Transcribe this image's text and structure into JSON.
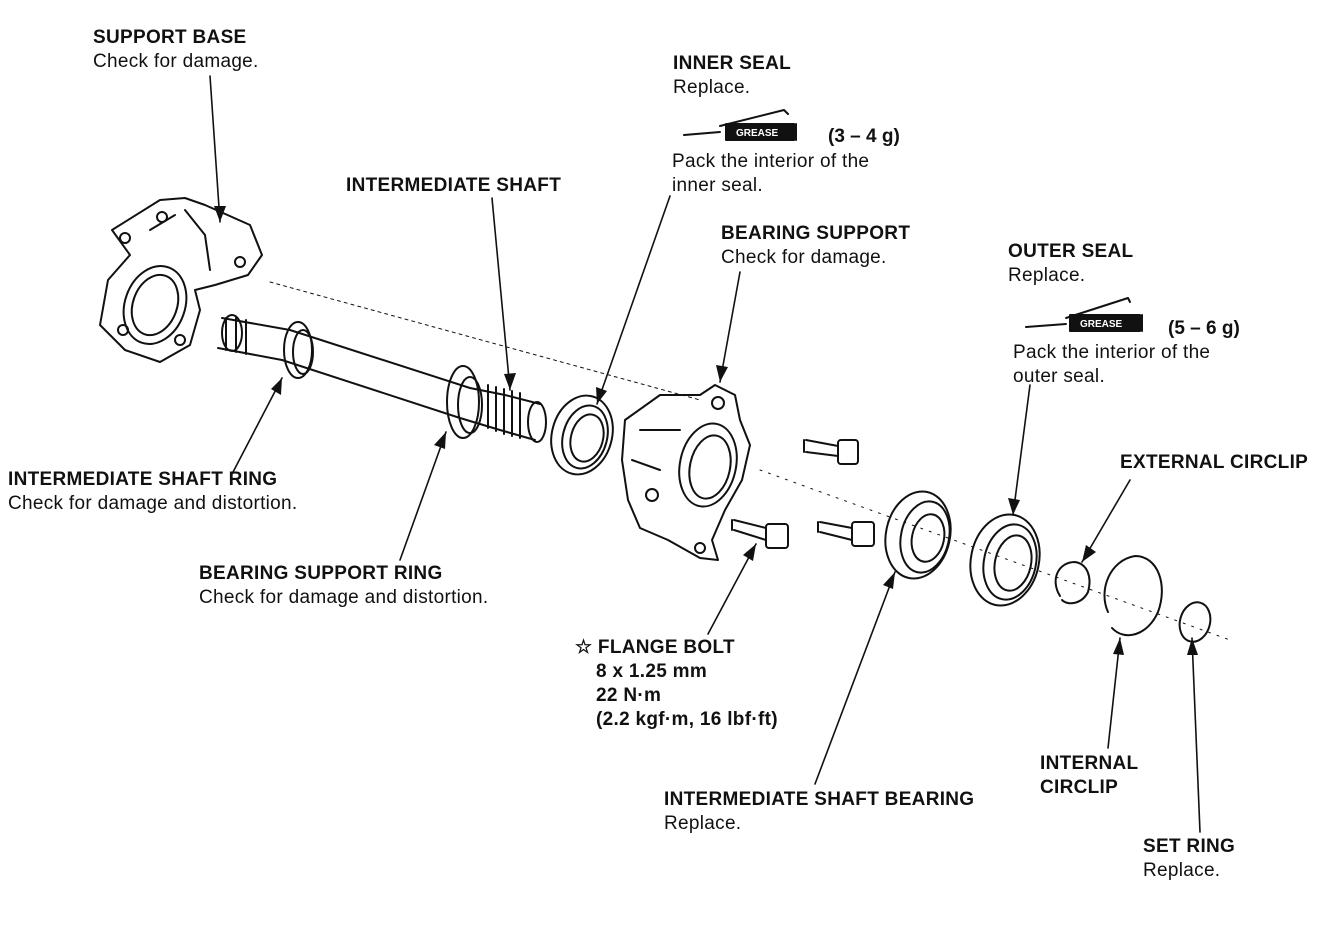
{
  "grease": {
    "label": "GREASE"
  },
  "callouts": {
    "support_base": {
      "title": "SUPPORT BASE",
      "note": "Check for damage."
    },
    "inner_seal": {
      "title": "INNER SEAL",
      "note": "Replace.",
      "grease_qty": "(3 – 4 g)",
      "grease_note_1": "Pack the interior of the",
      "grease_note_2": "inner seal."
    },
    "intermediate_shaft": {
      "title": "INTERMEDIATE SHAFT"
    },
    "bearing_support": {
      "title": "BEARING SUPPORT",
      "note": "Check for damage."
    },
    "outer_seal": {
      "title": "OUTER SEAL",
      "note": "Replace.",
      "grease_qty": "(5 – 6 g)",
      "grease_note_1": "Pack the interior of the",
      "grease_note_2": "outer seal."
    },
    "external_circlip": {
      "title": "EXTERNAL CIRCLIP"
    },
    "intermediate_shaft_ring": {
      "title": "INTERMEDIATE SHAFT RING",
      "note": "Check for damage and distortion."
    },
    "bearing_support_ring": {
      "title": "BEARING SUPPORT RING",
      "note": "Check for damage and distortion."
    },
    "flange_bolt": {
      "title": "☆ FLANGE BOLT",
      "size": "8 x 1.25 mm",
      "torque": "22 N·m",
      "torque_alt": "(2.2 kgf·m, 16 lbf·ft)"
    },
    "internal_circlip": {
      "title_1": "INTERNAL",
      "title_2": "CIRCLIP"
    },
    "intermediate_shaft_bearing": {
      "title": "INTERMEDIATE SHAFT BEARING",
      "note": "Replace."
    },
    "set_ring": {
      "title": "SET RING",
      "note": "Replace."
    }
  }
}
